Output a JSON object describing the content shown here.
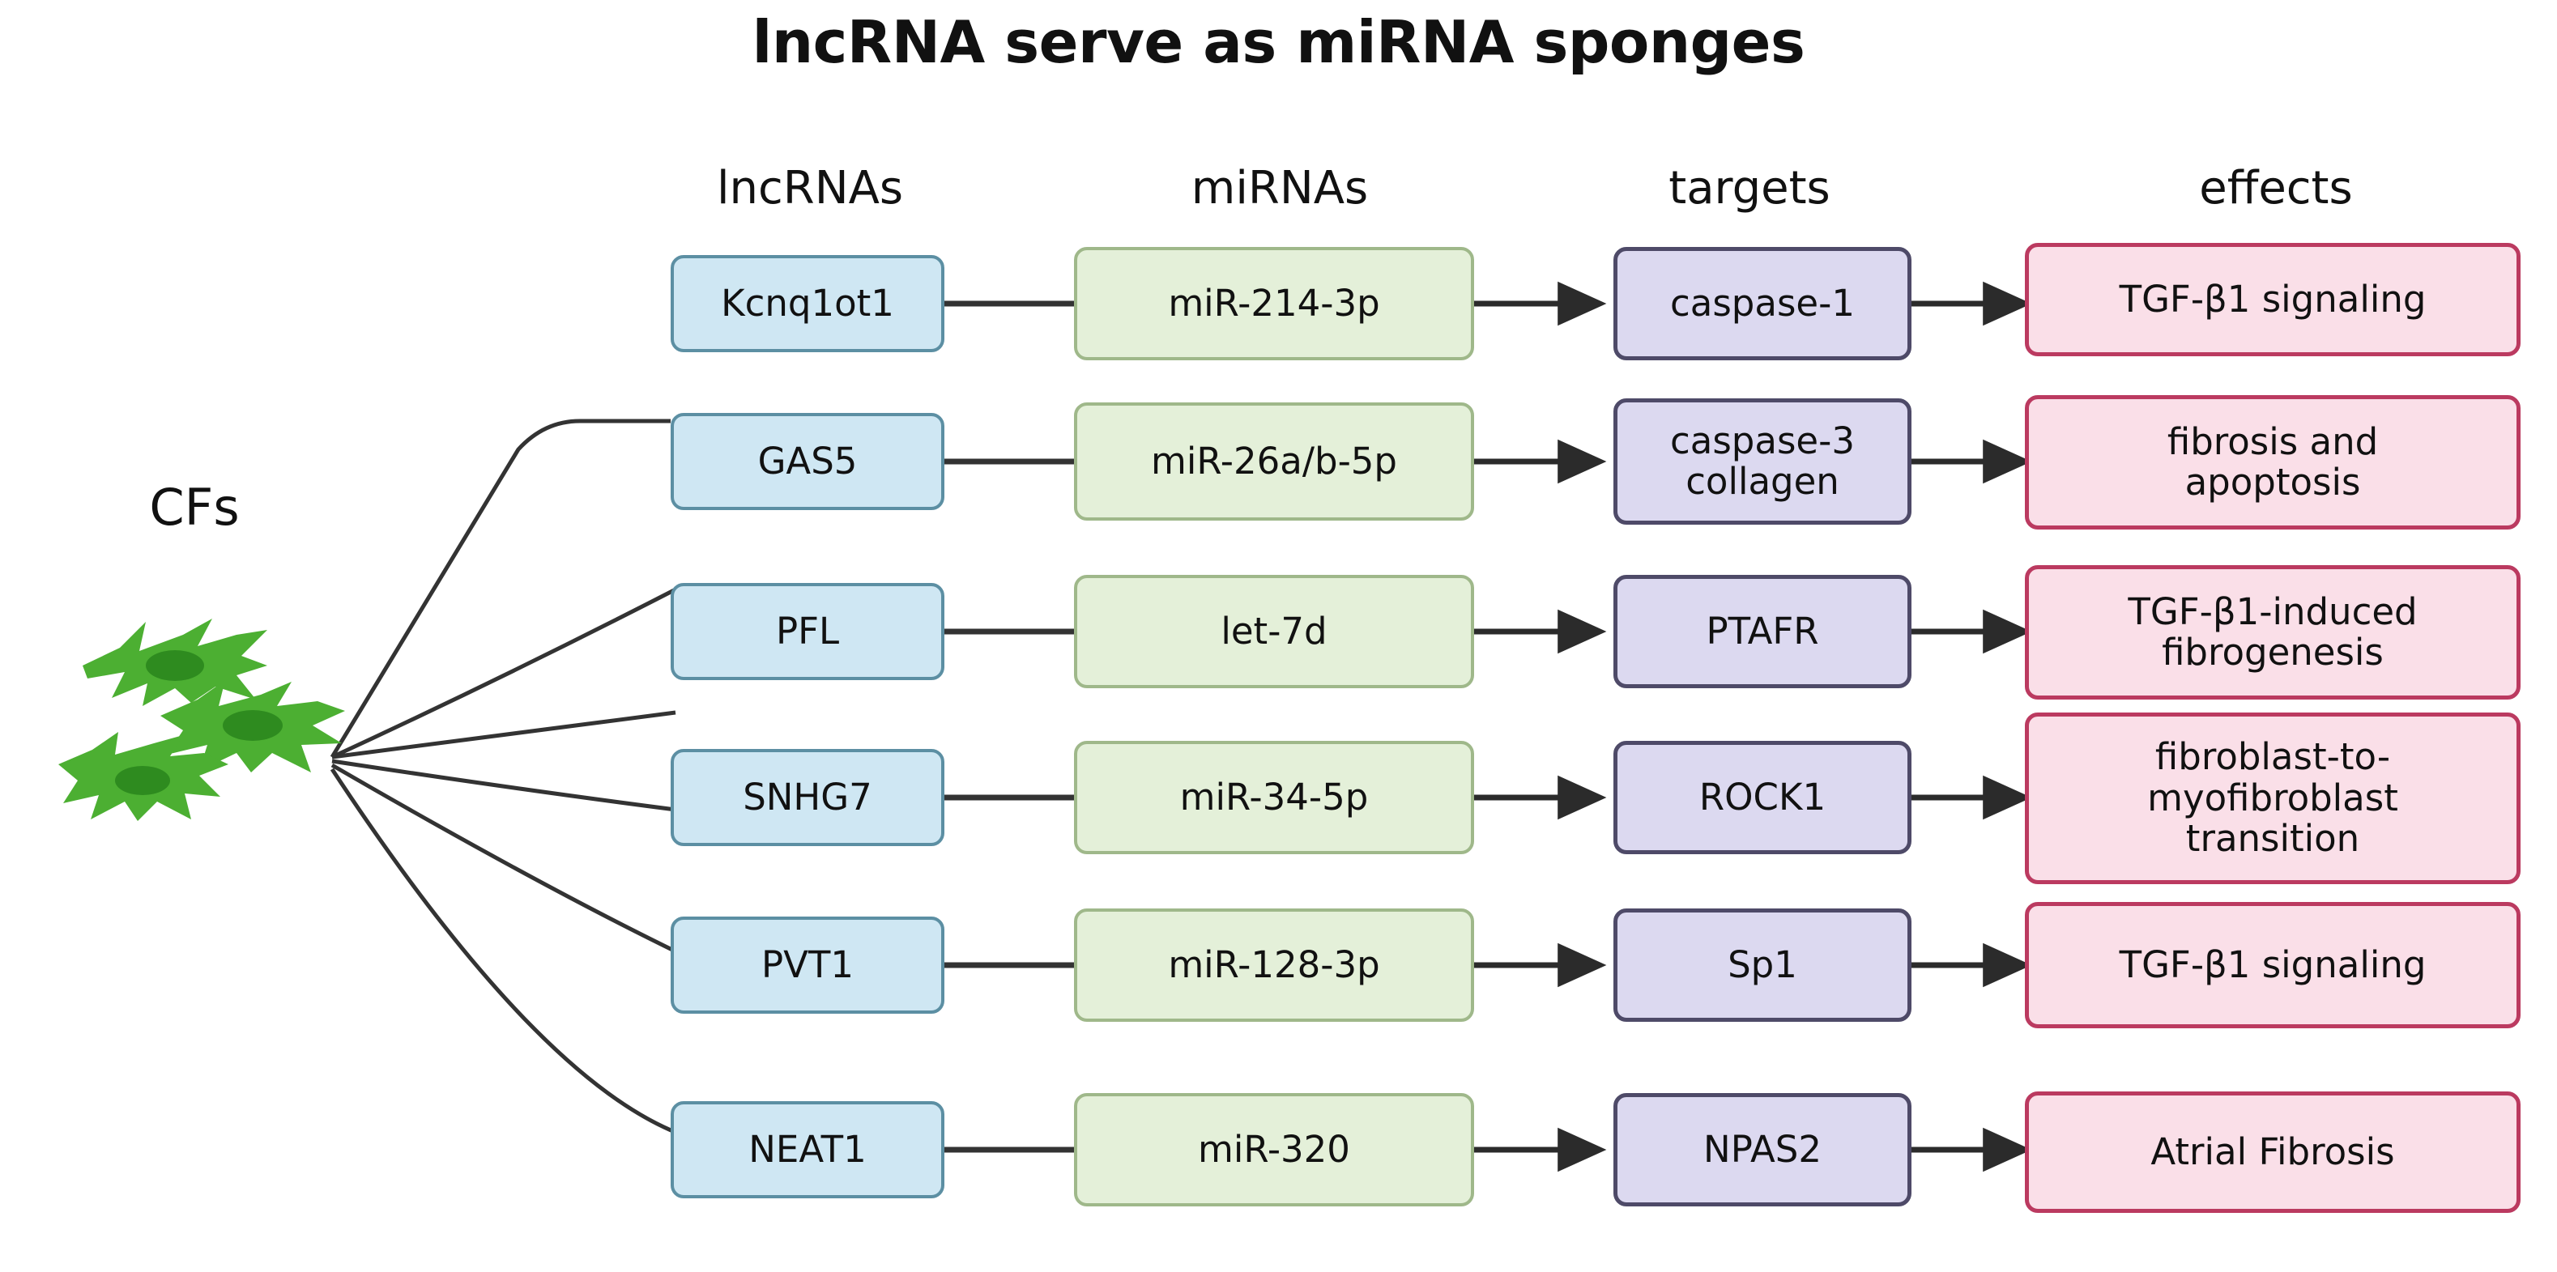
{
  "title": "lncRNA serve as miRNA sponges",
  "source_label": "CFs",
  "columns": [
    {
      "key": "lncrnas",
      "label": "lncRNAs"
    },
    {
      "key": "mirnas",
      "label": "miRNAs"
    },
    {
      "key": "targets",
      "label": "targets"
    },
    {
      "key": "effects",
      "label": "effects"
    }
  ],
  "colors": {
    "lncrna_fill": "#cfe7f3",
    "lncrna_border": "#5c8fa3",
    "mirna_fill": "#e4f0d9",
    "mirna_border": "#9fb88a",
    "target_fill": "#dcd9f0",
    "target_border": "#4e4a68",
    "effect_fill": "#fadfe8",
    "effect_border": "#bb3a60",
    "cell_green": "#4caf32",
    "cell_nucleus": "#2e8b1f",
    "connector": "#333333",
    "text": "#111111"
  },
  "rows": [
    {
      "lncrna": "Kcnq1ot1",
      "mirna": "miR-214-3p",
      "target": [
        "caspase-1"
      ],
      "effect": [
        "TGF-β1 signaling"
      ]
    },
    {
      "lncrna": "GAS5",
      "mirna": "miR-26a/b-5p",
      "target": [
        "caspase-3",
        "collagen"
      ],
      "effect": [
        "fibrosis and",
        "apoptosis"
      ]
    },
    {
      "lncrna": "PFL",
      "mirna": "let-7d",
      "target": [
        "PTAFR"
      ],
      "effect": [
        "TGF-β1-induced",
        "fibrogenesis"
      ]
    },
    {
      "lncrna": "SNHG7",
      "mirna": "miR-34-5p",
      "target": [
        "ROCK1"
      ],
      "effect": [
        "fibroblast-to-",
        "myofibroblast",
        "transition"
      ]
    },
    {
      "lncrna": "PVT1",
      "mirna": "miR-128-3p",
      "target": [
        "Sp1"
      ],
      "effect": [
        "TGF-β1 signaling"
      ]
    },
    {
      "lncrna": "NEAT1",
      "mirna": "miR-320",
      "target": [
        "NPAS2"
      ],
      "effect": [
        "Atrial Fibrosis"
      ]
    }
  ]
}
